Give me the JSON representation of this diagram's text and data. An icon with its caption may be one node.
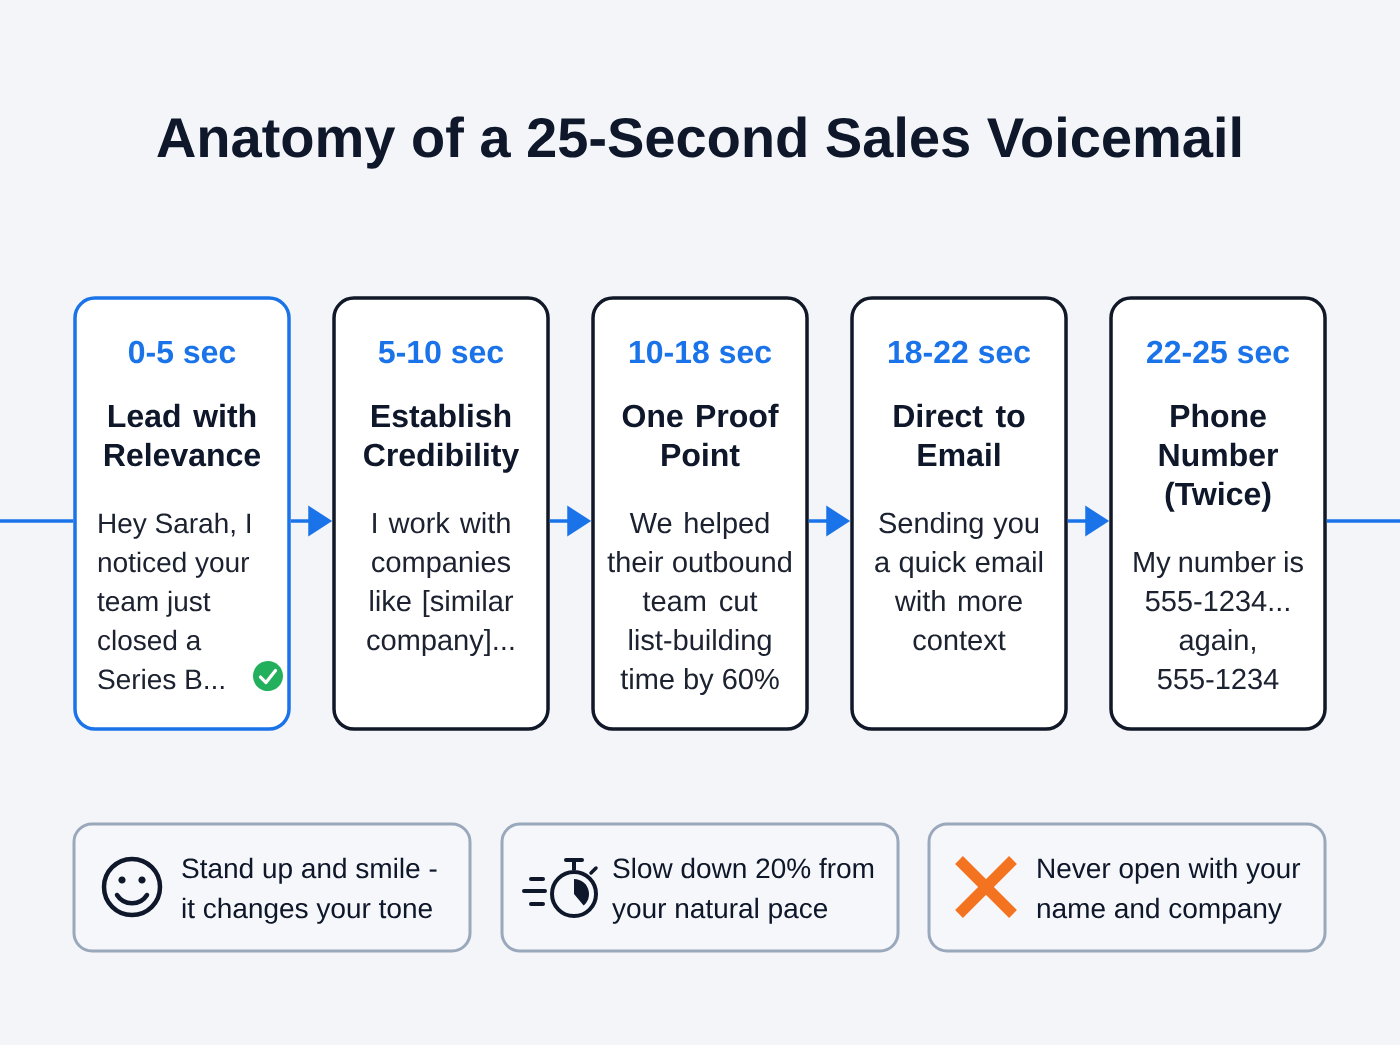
{
  "diagram": {
    "title": "Anatomy of a 25-Second Sales Voicemail",
    "nodes": [
      {
        "text": [
          "0-5 sec",
          "Lead with Relevance",
          "Hey Sarah, I noticed your team just closed a Series B..."
        ]
      },
      {
        "text": [
          "5-10 sec",
          "Establish Credibility",
          "I work with companies like [similar company]..."
        ]
      },
      {
        "text": [
          "10-18 sec",
          "One Proof Point",
          "We helped their outbound team cut list-building time by 60%"
        ]
      },
      {
        "text": [
          "18-22 sec",
          "Direct to Email",
          "Sending you a quick email with more context"
        ]
      },
      {
        "text": [
          "22-25 sec",
          "Phone Number (Twice)",
          "My number is 555-1234... again, 555-1234"
        ]
      },
      {
        "text": [
          "Stand up and smile - it changes your tone"
        ]
      },
      {
        "text": [
          "Slow down 20% from your natural pace"
        ]
      },
      {
        "text": [
          "Never open with your name and company"
        ]
      }
    ],
    "edges": [
      {
        "from": null,
        "to": 0,
        "arrow": "none"
      },
      {
        "from": 0,
        "to": 1,
        "arrow": "to"
      },
      {
        "from": 1,
        "to": 2,
        "arrow": "to"
      },
      {
        "from": 2,
        "to": 3,
        "arrow": "to"
      },
      {
        "from": 3,
        "to": 4,
        "arrow": "to"
      },
      {
        "from": 4,
        "to": null,
        "arrow": "none"
      }
    ]
  }
}
